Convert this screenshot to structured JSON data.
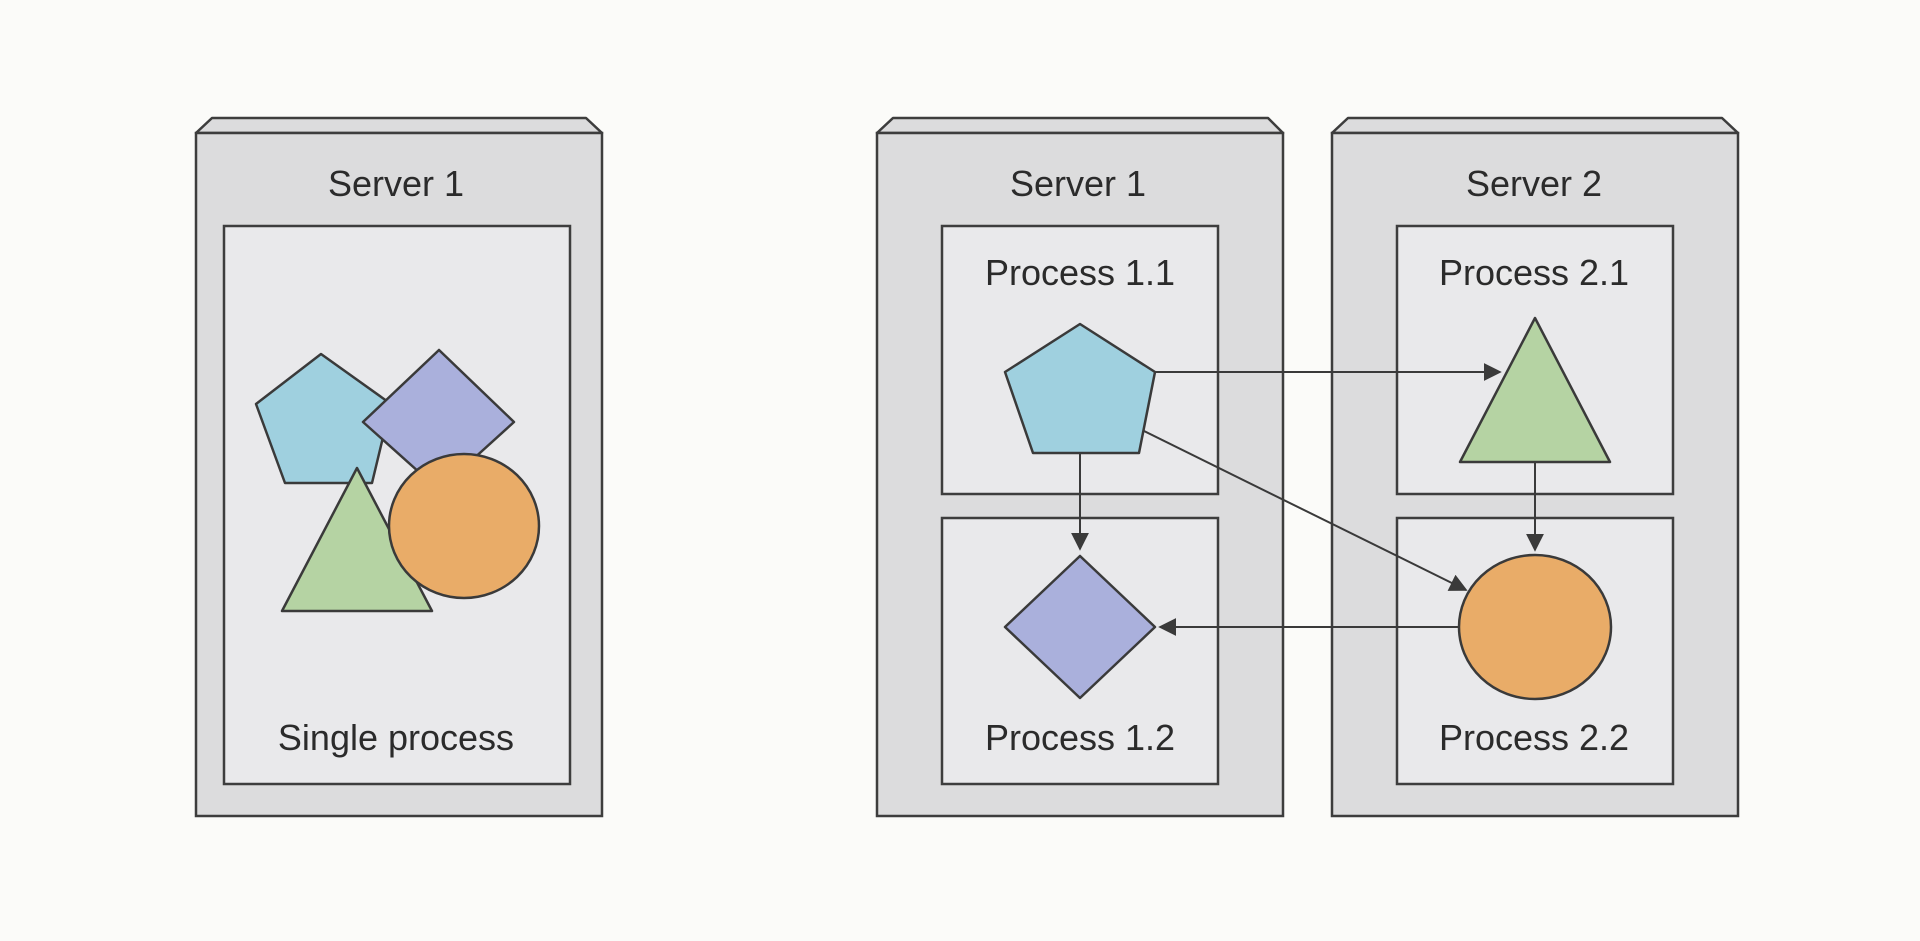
{
  "colors": {
    "background": "#fbfbf9",
    "server_fill": "#dcdcdd",
    "process_fill": "#e9e9eb",
    "pentagon": "#9fd0df",
    "diamond": "#aab0dc",
    "triangle": "#b5d3a3",
    "circle": "#e9ac68"
  },
  "left": {
    "server_label": "Server 1",
    "process_label": "Single process"
  },
  "right": {
    "server1_label": "Server 1",
    "server2_label": "Server 2",
    "process_1_1": "Process 1.1",
    "process_1_2": "Process 1.2",
    "process_2_1": "Process 2.1",
    "process_2_2": "Process 2.2"
  },
  "icons": [
    "pentagon-icon",
    "diamond-icon",
    "triangle-icon",
    "circle-icon",
    "arrow"
  ]
}
